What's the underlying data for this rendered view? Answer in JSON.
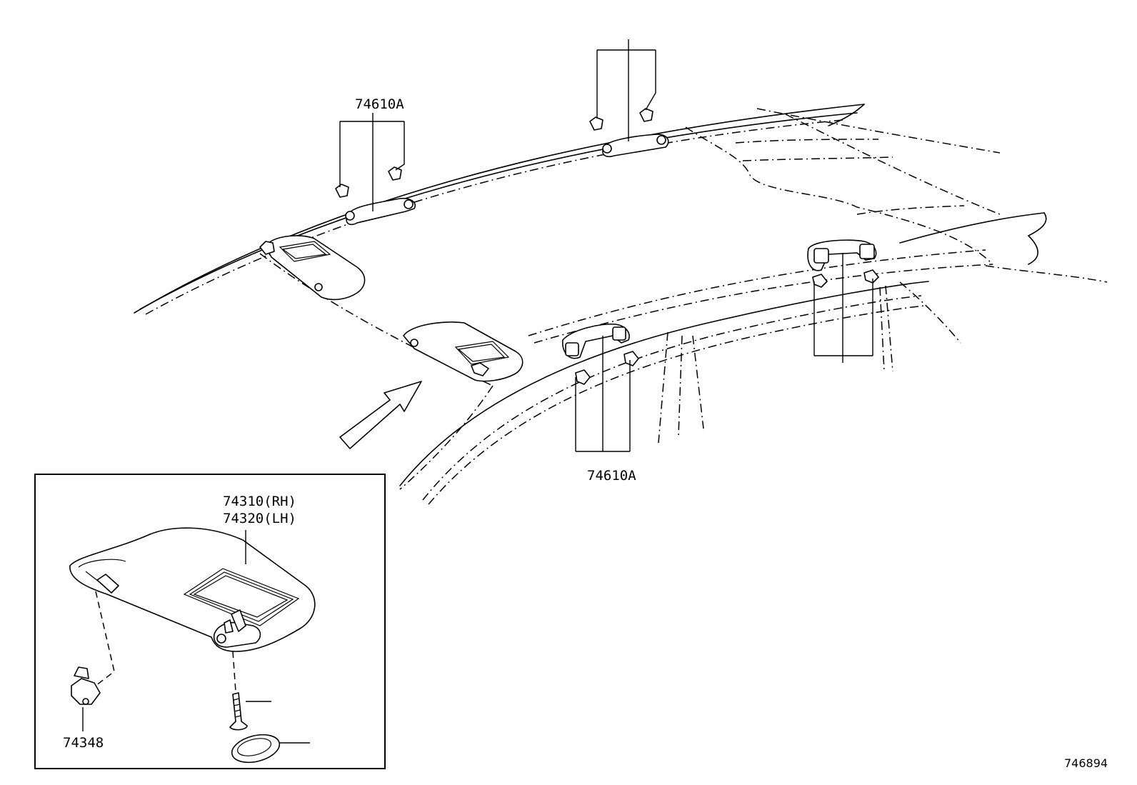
{
  "labels": {
    "grip_front_left": "74610A",
    "grip_front_right": "74610A",
    "visor_rh": "74310(RH)",
    "visor_lh": "74320(LH)",
    "holder": "74348"
  },
  "diagram_code": "746894"
}
